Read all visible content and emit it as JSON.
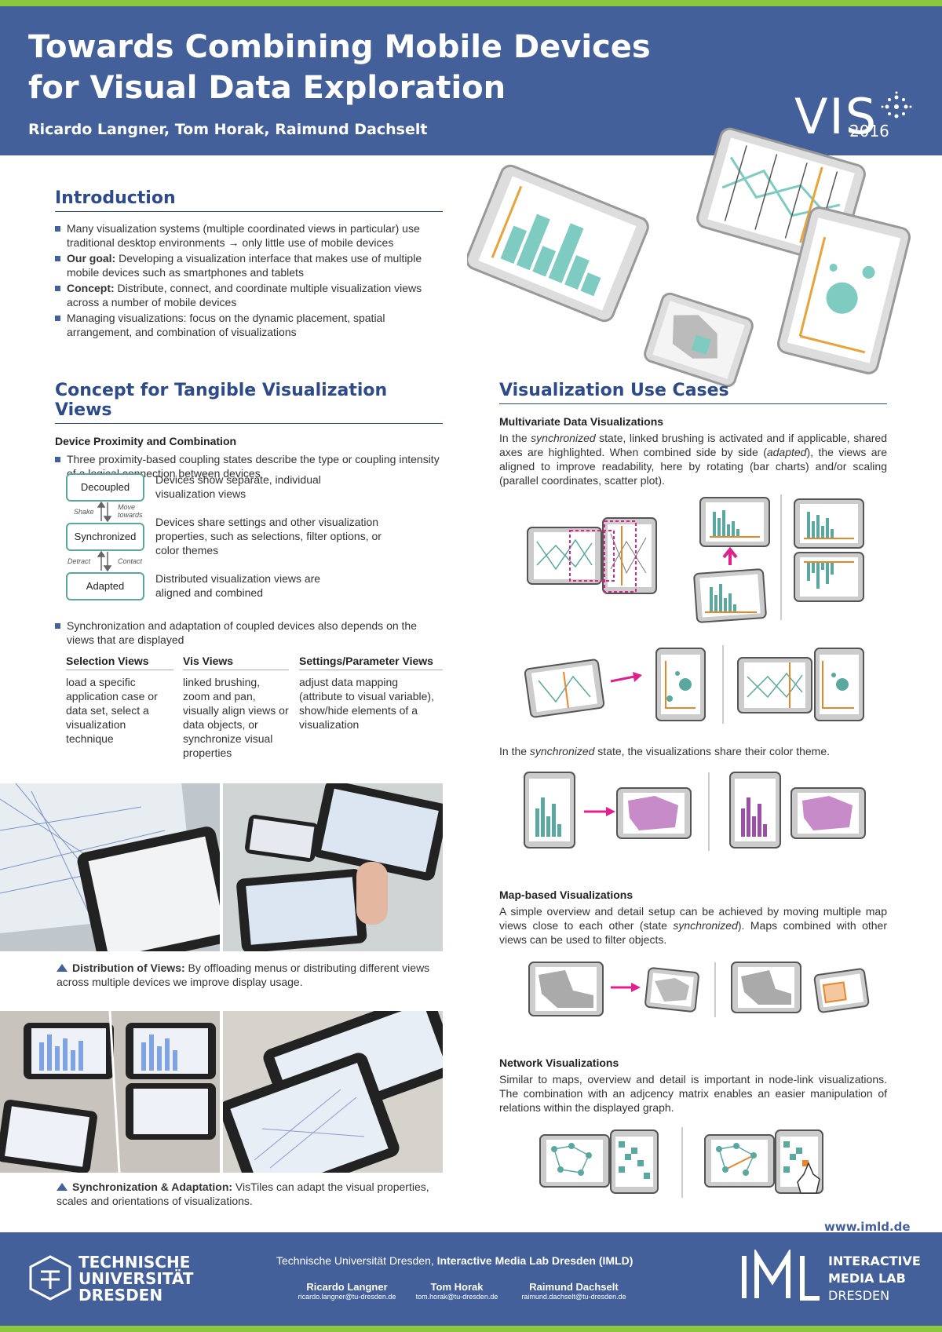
{
  "header": {
    "title_line1": "Towards Combining Mobile Devices",
    "title_line2": "for Visual Data Exploration",
    "authors": "Ricardo Langner, Tom Horak, Raimund Dachselt",
    "vis_logo": "VIS",
    "vis_year": "2016"
  },
  "intro": {
    "heading": "Introduction",
    "b1": "Many visualization systems (multiple coordinated views in particular) use traditional desktop environments → only little use of mobile devices",
    "b2_bold": "Our goal:",
    "b2": " Developing a visualization interface that makes use of multiple mobile devices such as smartphones and tablets",
    "b3_bold": "Concept:",
    "b3": " Distribute, connect, and coordinate multiple visualization views across a number of mobile devices",
    "b4": "Managing visualizations: focus on the dynamic placement, spatial arrangement, and combination of visualizations"
  },
  "concept": {
    "heading": "Concept for Tangible Visualization Views",
    "sub": "Device Proximity and Combination",
    "b1": "Three proximity-based coupling states describe the type or coupling intensity of a logical connection between devices",
    "state1": "Decoupled",
    "state1_desc": "Devices show separate, individual visualization views",
    "state2": "Synchronized",
    "state2_desc": "Devices share settings and other visualization properties, such as selections, filter options, or color themes",
    "state3": "Adapted",
    "state3_desc": "Distributed visualization views are aligned and combined",
    "shake": "Shake",
    "move": "Move",
    "towards": "towards",
    "detract": "Detract",
    "contact": "Contact",
    "b2": "Synchronization and adaptation of coupled devices also depends on the views that are displayed",
    "col1_head": "Selection Views",
    "col1_text": "load a specific application case or data set, select a visualization technique",
    "col2_head": "Vis Views",
    "col2_text": "linked brushing, zoom and pan, visually align views or data objects, or synchronize visual properties",
    "col3_head": "Settings/Parameter Views",
    "col3_text": "adjust data mapping (attribute to visual variable), show/hide elements of a visualization"
  },
  "captions": {
    "c1_bold": "Distribution of Views:",
    "c1": " By offloading menus or distributing different views across multiple devices we improve display usage.",
    "c2_bold": "Synchronization & Adaptation:",
    "c2": " VisTiles can adapt the visual properties, scales and orientations of visualizations."
  },
  "usecases": {
    "heading": "Visualization Use Cases",
    "multi_head": "Multivariate Data Visualizations",
    "multi_p1_a": "In the ",
    "multi_p1_it": "synchronized",
    "multi_p1_b": " state, linked brushing is activated and if applicable, shared axes are highlighted. When combined side by side (",
    "multi_p1_it2": "adapted",
    "multi_p1_c": "), the views are aligned to improve readability, here by rotating (bar charts) and/or scaling (parallel coordinates, scatter plot).",
    "multi_p2_a": "In the ",
    "multi_p2_it": "synchronized",
    "multi_p2_b": " state, the visualizations share their color theme.",
    "map_head": "Map-based Visualizations",
    "map_p_a": "A simple overview and detail setup can be achieved by moving multiple map views close to each other (state ",
    "map_p_it": "synchronized",
    "map_p_b": "). Maps combined with other views can be used to filter objects.",
    "net_head": "Network Visualizations",
    "net_p": "Similar to maps, overview and detail is important in node-link visualizations. The combination with an adjcency matrix enables an easier manipulation of relations within the displayed graph."
  },
  "footer": {
    "url": "www.imld.de",
    "tu_line1": "TECHNISCHE",
    "tu_line2": "UNIVERSITÄT",
    "tu_line3": "DRESDEN",
    "affil_a": "Technische Universität Dresden, ",
    "affil_b": "Interactive Media Lab Dresden (IMLD)",
    "p1_name": "Ricardo Langner",
    "p1_mail": "ricardo.langner@tu-dresden.de",
    "p2_name": "Tom Horak",
    "p2_mail": "tom.horak@tu-dresden.de",
    "p3_name": "Raimund Dachselt",
    "p3_mail": "raimund.dachselt@tu-dresden.de",
    "imld_line1": "INTERACTIVE",
    "imld_line2": "MEDIA LAB",
    "imld_line3": "DRESDEN"
  },
  "colors": {
    "accent": "#44609a",
    "green": "#8dc63f",
    "teal": "#5aa8a0",
    "orange": "#e8a33a",
    "magenta": "#e0208c"
  }
}
